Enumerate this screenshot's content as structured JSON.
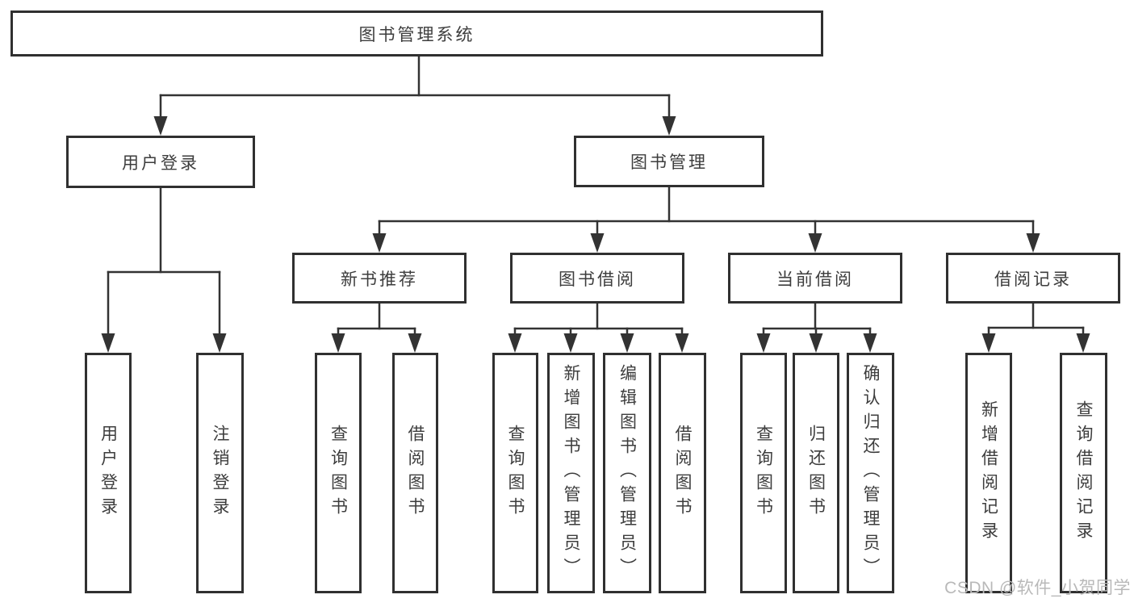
{
  "title": {
    "label": "图书管理系统"
  },
  "nodes": {
    "user_login": "用户登录",
    "book_management": "图书管理",
    "new_book": "新书推荐",
    "book_borrow": "图书借阅",
    "current_borrow": "当前借阅",
    "borrow_record": "借阅记录"
  },
  "leaves": {
    "user_login_1": "用户登录",
    "user_login_2": "注销登录",
    "new_book_1": "查询图书",
    "new_book_2": "借阅图书",
    "book_borrow_1": "查询图书",
    "book_borrow_2": "新增图书（管理员）",
    "book_borrow_3": "编辑图书（管理员）",
    "book_borrow_4": "借阅图书",
    "current_borrow_1": "查询图书",
    "current_borrow_2": "归还图书",
    "current_borrow_3": "确认归还（管理员）",
    "borrow_record_1": "新增借阅记录",
    "borrow_record_2": "查询借阅记录"
  },
  "watermark": {
    "text": "CSDN @软件_小贺同学"
  },
  "colors": {
    "line": "#333333",
    "border": "#303030",
    "text": "#3d3d3d",
    "watermark": "#b9b9b9",
    "background": "#ffffff"
  }
}
